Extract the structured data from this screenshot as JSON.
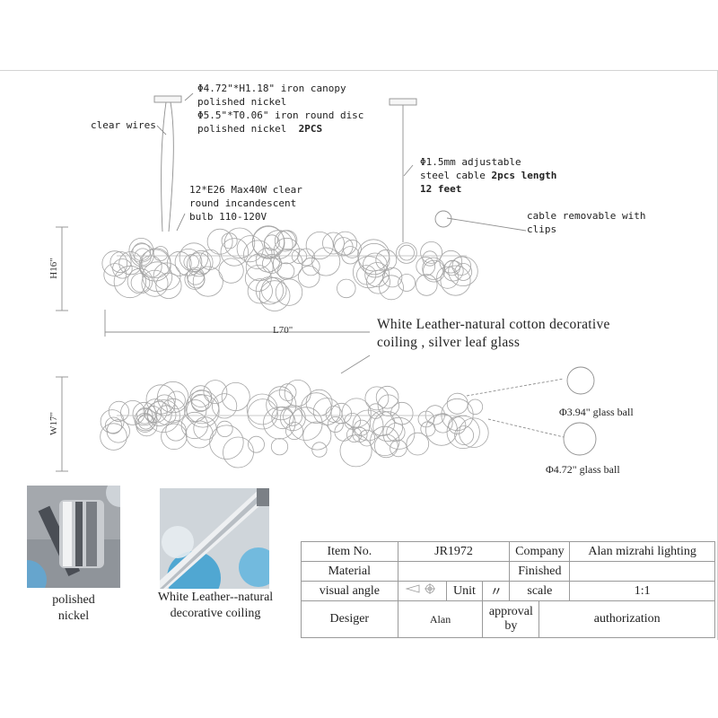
{
  "annotations": {
    "canopy_line1": "Φ4.72\"*H1.18\" iron canopy",
    "canopy_line2": "polished nickel",
    "disc_line1": "Φ5.5\"*T0.06\" iron round disc",
    "disc_line2_a": "polished nickel",
    "disc_line2_b": "2PCS",
    "clear_wires": "clear wires",
    "cable_line1": "Φ1.5mm adjustable",
    "cable_line2_a": "steel cable",
    "cable_line2_b": "2pcs length",
    "cable_line3": "12 feet",
    "bulb_line1": "12*E26 Max40W clear",
    "bulb_line2": "round incandescent",
    "bulb_line3": "bulb  110-120V",
    "clips_line1": "cable removable with",
    "clips_line2": "clips",
    "material_line1": "White  Leather-natural cotton decorative",
    "material_line2": "coiling , silver leaf glass",
    "ball_small": "Φ3.94\"  glass ball",
    "ball_large": "Φ4.72\" glass ball"
  },
  "dimensions": {
    "height": "H16\"",
    "length": "L70\"",
    "width": "W17\""
  },
  "photos": {
    "nickel_caption_1": "polished",
    "nickel_caption_2": "nickel",
    "leather_caption_1": "White  Leather--natural",
    "leather_caption_2": "decorative coiling"
  },
  "title_block": {
    "item_no_label": "Item No.",
    "item_no_value": "JR1972",
    "company_label": "Company",
    "company_value": "Alan mizrahi lighting",
    "material_label": "Material",
    "material_value": "",
    "finished_label": "Finished",
    "finished_value": "",
    "visual_angle_label": "visual angle",
    "unit_label": "Unit",
    "unit_value": "〃",
    "scale_label": "scale",
    "scale_value": "1:1",
    "designer_label": "Desiger",
    "designer_value": "Alan",
    "approval_label_1": "approval",
    "approval_label_2": "by",
    "authorization_label": "authorization"
  },
  "colors": {
    "line": "#9a9a9a",
    "glass_blue": "#3a9fd0",
    "nickel": "#b9b9be"
  }
}
